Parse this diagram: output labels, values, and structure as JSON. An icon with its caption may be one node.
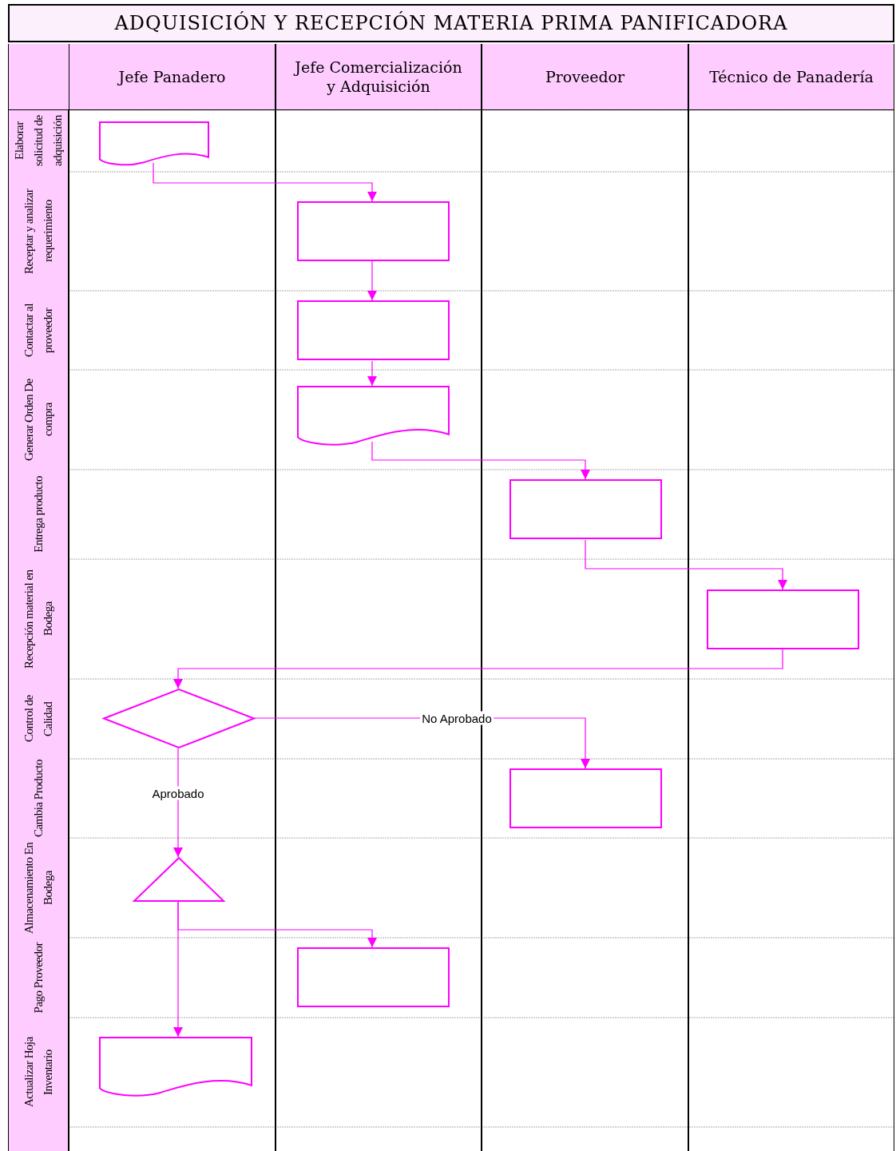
{
  "diagram": {
    "title": "ADQUISICIÓN Y RECEPCIÓN MATERIA PRIMA PANIFICADORA",
    "nodes": [
      {
        "text": [
          "Jefe Panadero"
        ]
      },
      {
        "text": [
          "Jefe Comercialización y Adquisición"
        ]
      },
      {
        "text": [
          "Proveedor"
        ]
      },
      {
        "text": [
          "Técnico de Panadería"
        ]
      },
      {
        "text": [
          "Elaborar solicitud de adquisición"
        ]
      },
      {
        "text": [
          "Receptar y analizar requerimiento"
        ]
      },
      {
        "text": [
          "Contactar al proveedor"
        ]
      },
      {
        "text": [
          "Generar Orden De compra"
        ]
      },
      {
        "text": [
          "Entrega producto"
        ]
      },
      {
        "text": [
          "Recepción material en Bodega"
        ]
      },
      {
        "text": [
          "Control de Calidad"
        ]
      },
      {
        "text": [
          "Cambia Producto"
        ]
      },
      {
        "text": [
          "Almacenamiento En Bodega"
        ]
      },
      {
        "text": [
          "Pago Proveedor"
        ]
      },
      {
        "text": [
          "Actualizar Hoja Inventario"
        ]
      },
      {
        "text": [],
        "shape": "document",
        "in": 0
      },
      {
        "text": [],
        "shape": "box",
        "in": 1
      },
      {
        "text": [],
        "shape": "box",
        "in": 1
      },
      {
        "text": [],
        "shape": "document",
        "in": 1
      },
      {
        "text": [],
        "shape": "box",
        "in": 2
      },
      {
        "text": [],
        "shape": "box",
        "in": 3
      },
      {
        "text": [],
        "shape": "diamond",
        "in": 0
      },
      {
        "text": [],
        "shape": "box",
        "in": 2
      },
      {
        "text": [],
        "shape": "triangle",
        "in": 0
      },
      {
        "text": [],
        "shape": "box",
        "in": 1
      },
      {
        "text": [],
        "shape": "document",
        "in": 0
      }
    ],
    "edges": [
      {
        "from": 15,
        "to": 16,
        "arrow": "to"
      },
      {
        "from": 16,
        "to": 17,
        "arrow": "to"
      },
      {
        "from": 17,
        "to": 18,
        "arrow": "to"
      },
      {
        "from": 18,
        "to": 19,
        "arrow": "to"
      },
      {
        "from": 19,
        "to": 20,
        "arrow": "to"
      },
      {
        "from": 20,
        "to": 21,
        "arrow": "to"
      },
      {
        "from": 21,
        "to": 22,
        "arrow": "to",
        "label": "No Aprobado"
      },
      {
        "from": 21,
        "to": 23,
        "arrow": "to",
        "label": "Aprobado"
      },
      {
        "from": 23,
        "to": 24,
        "arrow": "to"
      },
      {
        "from": 23,
        "to": 25,
        "arrow": "to"
      }
    ]
  }
}
